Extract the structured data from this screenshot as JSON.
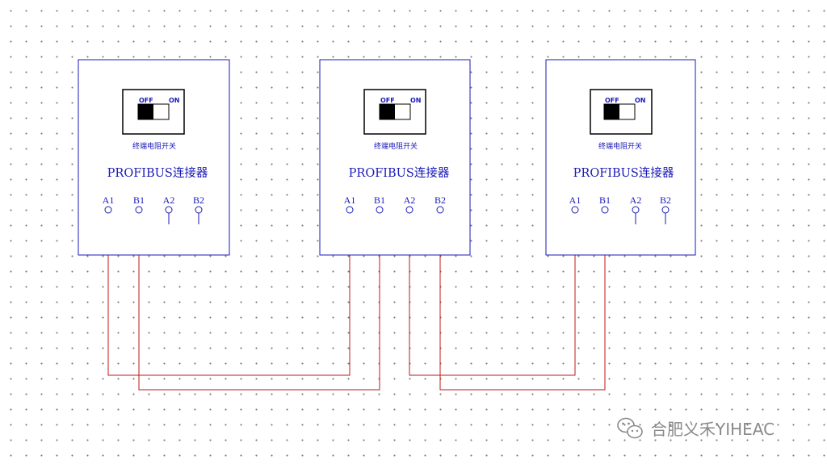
{
  "switch": {
    "off_label": "OFF",
    "on_label": "ON",
    "caption": "终端电阻开关"
  },
  "connector": {
    "title": "PROFIBUS连接器",
    "pins": [
      "A1",
      "B1",
      "A2",
      "B2"
    ]
  },
  "connectors": [
    {
      "id": "left"
    },
    {
      "id": "middle"
    },
    {
      "id": "right"
    }
  ],
  "wires": [
    {
      "from": "left.A1",
      "to": "middle.A1"
    },
    {
      "from": "left.B1",
      "to": "middle.B1"
    },
    {
      "from": "middle.A2",
      "to": "right.A1"
    },
    {
      "from": "middle.B2",
      "to": "right.B1"
    }
  ],
  "colors": {
    "outline": "#1a1ab8",
    "wire": "#c01818",
    "grid_dot": "#7a7a7a",
    "watermark": "#8a8a8a"
  },
  "watermark": {
    "icon": "wechat-icon",
    "text": "合肥义禾YIHEAC"
  }
}
